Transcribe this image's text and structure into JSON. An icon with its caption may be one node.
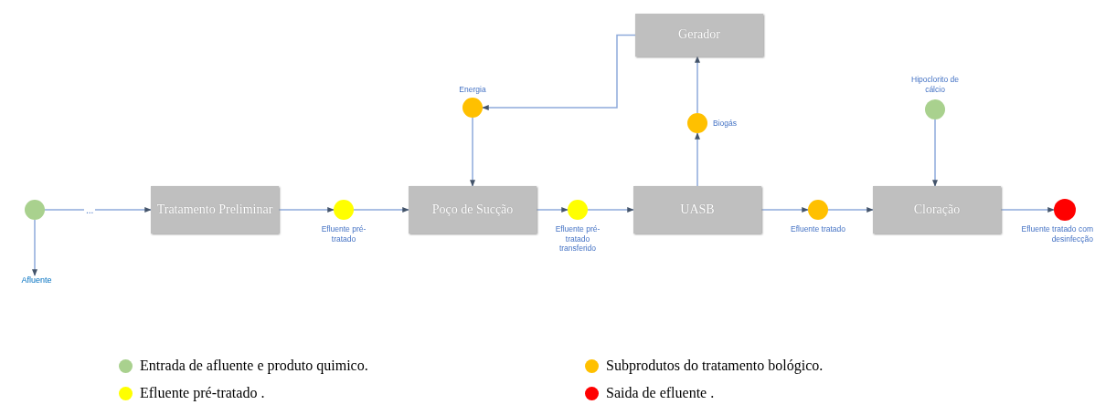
{
  "diagram": {
    "nodes": [
      {
        "text": [],
        "shape": "circle"
      },
      {
        "text": [
          "Afluente"
        ]
      },
      {
        "text": [
          "Tratamento Preliminar"
        ]
      },
      {
        "text": [],
        "shape": "circle",
        "beside": [
          "Efluente pré-tratado"
        ]
      },
      {
        "text": [
          "Poço de Sucção"
        ]
      },
      {
        "text": [],
        "shape": "circle",
        "beside": [
          "Efluente pré-tratado transferido"
        ]
      },
      {
        "text": [
          "UASB"
        ]
      },
      {
        "text": [],
        "shape": "circle",
        "beside": [
          "Efluente tratado"
        ]
      },
      {
        "text": [
          "Cloração"
        ]
      },
      {
        "text": [],
        "shape": "circle",
        "beside": [
          "Efluente tratado com desinfecção"
        ]
      },
      {
        "text": [],
        "shape": "circle",
        "beside": [
          "Energia"
        ]
      },
      {
        "text": [
          "Gerador"
        ]
      },
      {
        "text": [],
        "shape": "circle",
        "beside": [
          "Biogás"
        ]
      },
      {
        "text": [],
        "shape": "circle",
        "beside": [
          "Hipoclorito de cálcio"
        ]
      }
    ],
    "edges": [
      {
        "from": 0,
        "to": 1,
        "arrow": "to"
      },
      {
        "from": 0,
        "to": 2,
        "arrow": "to",
        "label": "..."
      },
      {
        "from": 2,
        "to": 3,
        "arrow": "to"
      },
      {
        "from": 3,
        "to": 4,
        "arrow": "to"
      },
      {
        "from": 4,
        "to": 5,
        "arrow": "to"
      },
      {
        "from": 5,
        "to": 6,
        "arrow": "to"
      },
      {
        "from": 6,
        "to": 7,
        "arrow": "to"
      },
      {
        "from": 7,
        "to": 8,
        "arrow": "to"
      },
      {
        "from": 8,
        "to": 9,
        "arrow": "to"
      },
      {
        "from": 10,
        "to": 4,
        "arrow": "to"
      },
      {
        "from": 6,
        "to": 12,
        "arrow": "to"
      },
      {
        "from": 12,
        "to": 11,
        "arrow": "to"
      },
      {
        "from": 11,
        "to": 10,
        "arrow": "to"
      },
      {
        "from": 13,
        "to": 8,
        "arrow": "to"
      }
    ],
    "legend": [
      {
        "text": "Entrada de afluente e produto quimico.",
        "color": "#a9d18e"
      },
      {
        "text": "Efluente pré-tratado .",
        "color": "#ffff00"
      },
      {
        "text": "Subprodutos do tratamento bológico.",
        "color": "#ffc000"
      },
      {
        "text": "Saida de efluente .",
        "color": "#ff0000"
      }
    ]
  }
}
